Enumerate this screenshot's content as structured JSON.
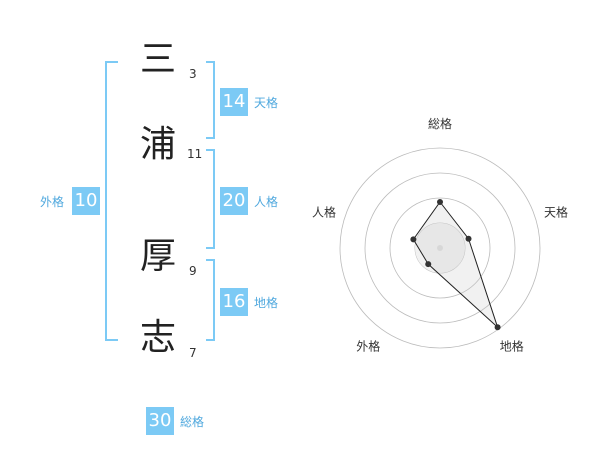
{
  "name": {
    "chars": [
      {
        "char": "三",
        "strokes": "3"
      },
      {
        "char": "浦",
        "strokes": "11"
      },
      {
        "char": "厚",
        "strokes": "9"
      },
      {
        "char": "志",
        "strokes": "7"
      }
    ]
  },
  "kakusu": {
    "tenkaku": {
      "value": "14",
      "label": "天格"
    },
    "jinkaku": {
      "value": "20",
      "label": "人格"
    },
    "chikaku": {
      "value": "16",
      "label": "地格"
    },
    "gaikaku": {
      "value": "10",
      "label": "外格"
    },
    "soukaku": {
      "value": "30",
      "label": "総格"
    }
  },
  "chart_data": {
    "type": "radar",
    "axes": [
      "総格",
      "天格",
      "地格",
      "外格",
      "人格"
    ],
    "values": [
      2.3,
      1.5,
      4.9,
      1.0,
      1.4
    ],
    "range": [
      0,
      5
    ],
    "rings": 4,
    "colors": {
      "grid": "#bbbbbb",
      "line": "#222222",
      "fill": "#e6e6e6"
    }
  },
  "colors": {
    "accent": "#7ccaf5",
    "accent_text": "#4fa8de",
    "bracket": "#7ccaf5"
  }
}
